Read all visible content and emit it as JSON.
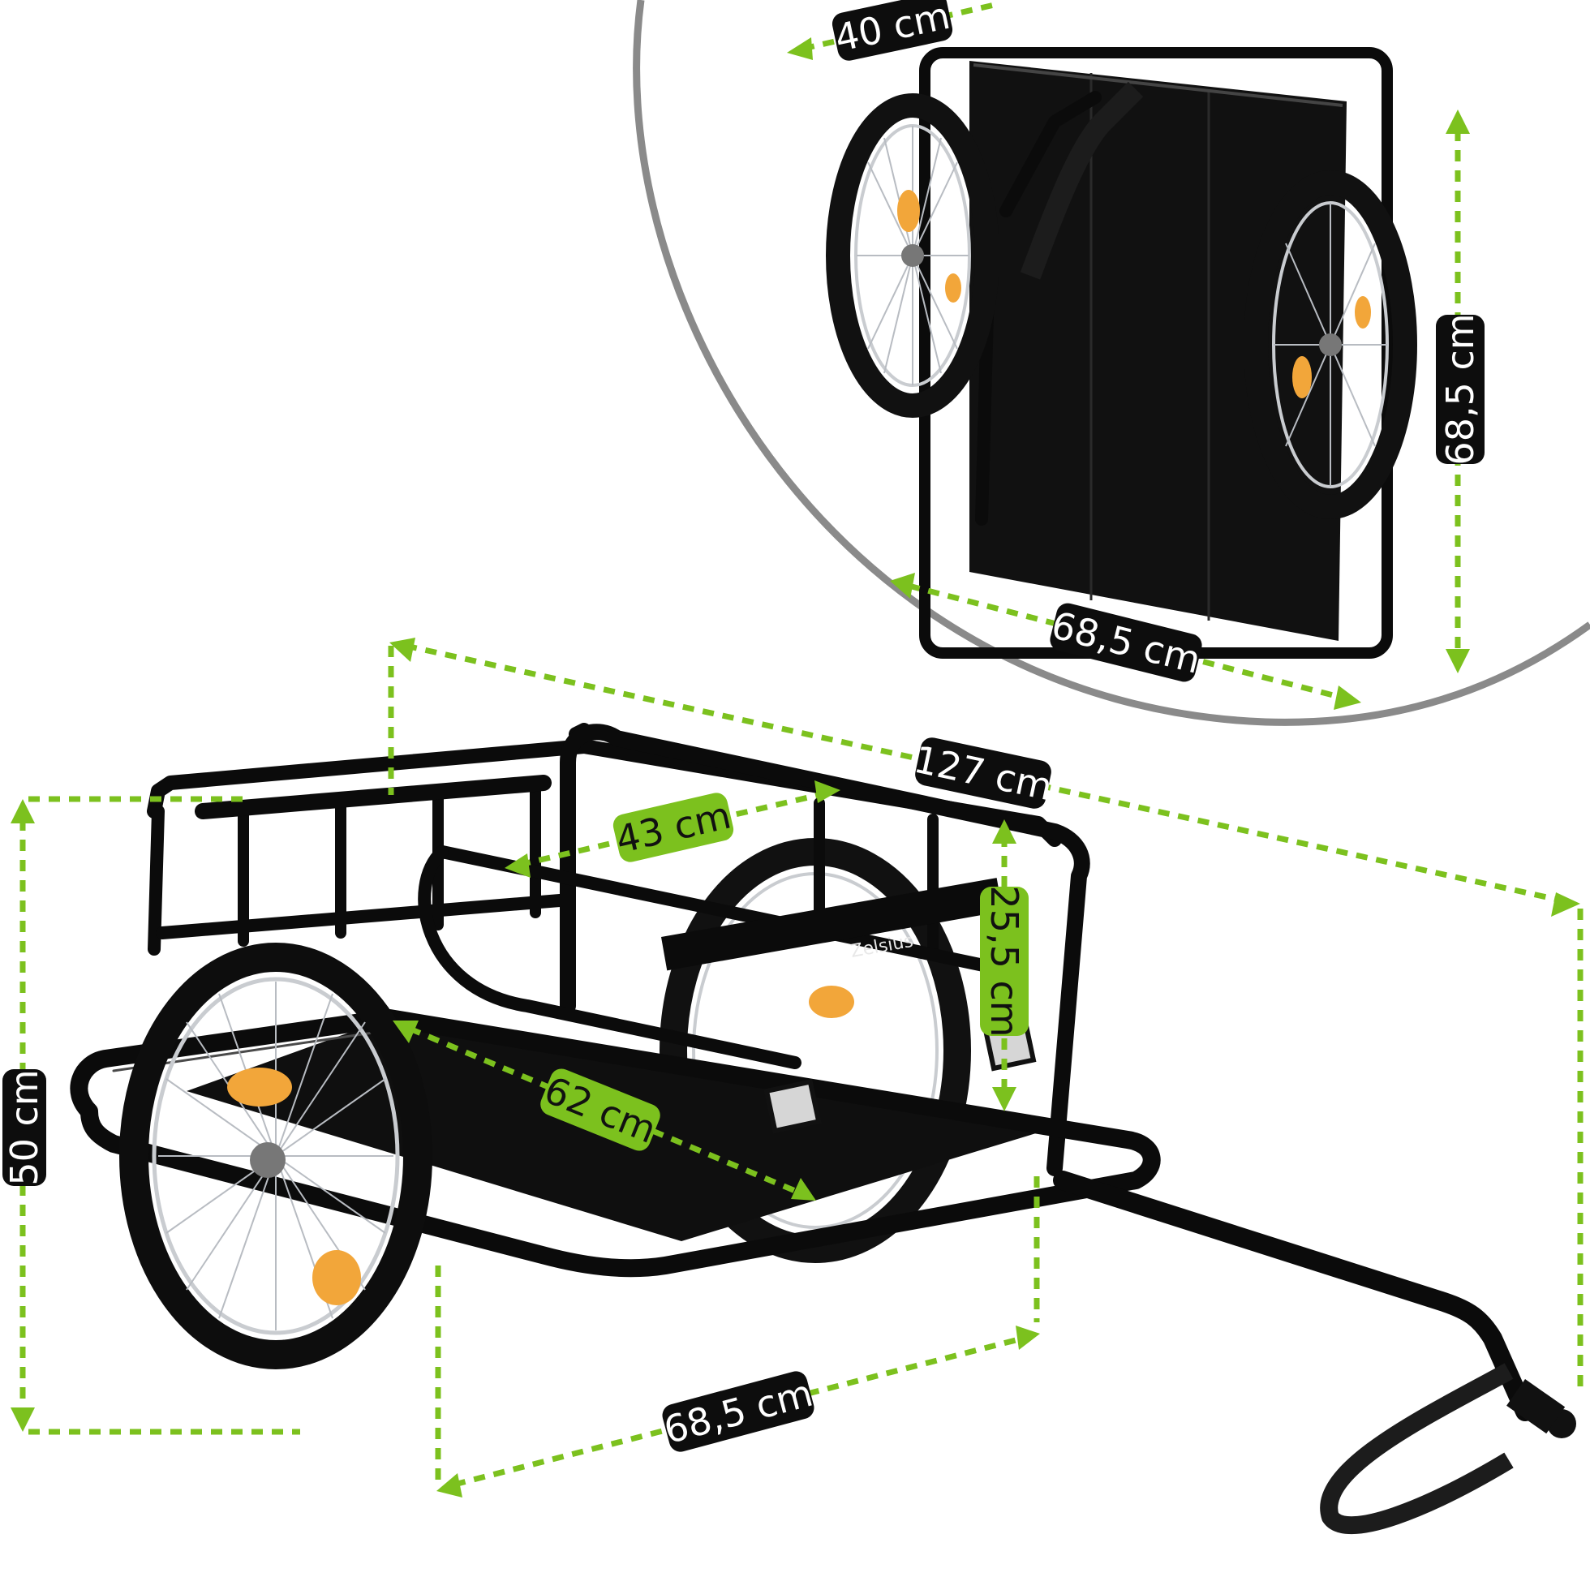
{
  "brand": {
    "logo_text": "Zelsius"
  },
  "dimensions": {
    "folded_width": "40 cm",
    "folded_height": "68,5 cm",
    "folded_depth": "68,5 cm",
    "total_length": "127 cm",
    "inner_width": "43 cm",
    "side_height": "25,5 cm",
    "inner_length": "62 cm",
    "total_height": "50 cm",
    "total_width": "68,5 cm"
  },
  "colors": {
    "accent_green": "#7cc11e",
    "label_black": "#0d0d0d",
    "frame_black": "#0b0b0b",
    "inset_ring_gray": "#8a8a8a",
    "reflector_amber": "#f2a63a"
  },
  "icons": [
    "dimension-arrow-icon",
    "reflector-icon",
    "wheel-icon"
  ]
}
